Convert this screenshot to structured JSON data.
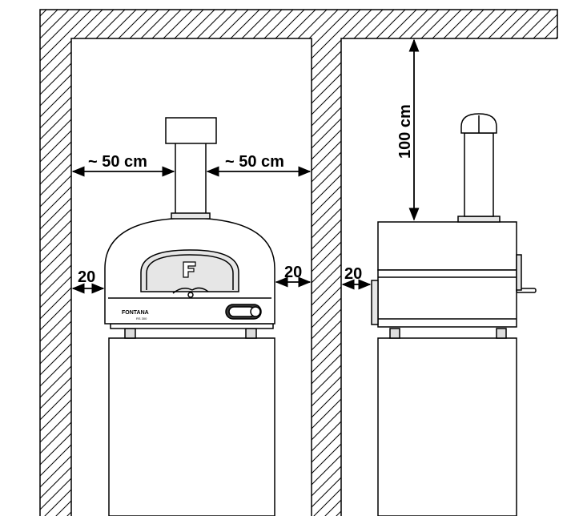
{
  "dimensions": {
    "front_left_clearance": "~ 50 cm",
    "front_right_clearance": "~ 50 cm",
    "front_left_wall_gap": "20",
    "front_right_wall_gap": "20",
    "side_wall_gap": "20",
    "side_top_clearance": "100 cm"
  },
  "oven": {
    "brand": "FONTANA",
    "model": "RS 300"
  },
  "colors": {
    "line": "#000000",
    "fill_white": "#ffffff",
    "fill_light": "#e6e6e6",
    "fill_dark": "#3a3a3a",
    "background": "#ffffff"
  }
}
